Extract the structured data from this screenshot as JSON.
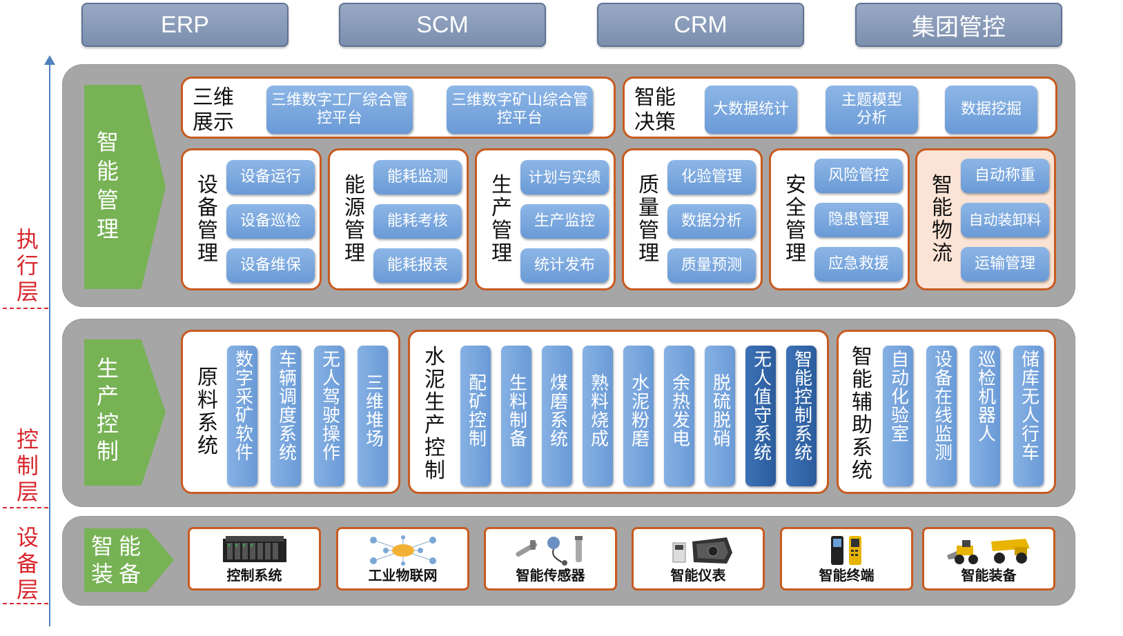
{
  "top_systems": [
    "ERP",
    "SCM",
    "CRM",
    "集团管控"
  ],
  "layers": {
    "execution": "执行层",
    "control": "控制层",
    "equipment": "设备层"
  },
  "management": {
    "title": "智能管理",
    "display": {
      "title": "三维展示",
      "items": [
        "三维数字工厂综合管控平台",
        "三维数字矿山综合管控平台"
      ]
    },
    "decision": {
      "title": "智能决策",
      "items": [
        "大数据统计",
        "主题模型分析",
        "数据挖掘"
      ]
    },
    "modules": [
      {
        "title": "设备管理",
        "items": [
          "设备运行",
          "设备巡检",
          "设备维保"
        ]
      },
      {
        "title": "能源管理",
        "items": [
          "能耗监测",
          "能耗考核",
          "能耗报表"
        ]
      },
      {
        "title": "生产管理",
        "items": [
          "计划与实绩",
          "生产监控",
          "统计发布"
        ]
      },
      {
        "title": "质量管理",
        "items": [
          "化验管理",
          "数据分析",
          "质量预测"
        ]
      },
      {
        "title": "安全管理",
        "items": [
          "风险管控",
          "隐患管理",
          "应急救援"
        ]
      },
      {
        "title": "智能物流",
        "items": [
          "自动称重",
          "自动装卸料",
          "运输管理"
        ]
      }
    ]
  },
  "control": {
    "title": "生产控制",
    "raw": {
      "title": "原料系统",
      "items": [
        "数字采矿软件",
        "车辆调度系统",
        "无人驾驶操作",
        "三维堆场"
      ]
    },
    "cement": {
      "title": "水泥生产控制",
      "items": [
        "配矿控制",
        "生料制备",
        "煤磨系统",
        "熟料烧成",
        "水泥粉磨",
        "余热发电",
        "脱硫脱硝",
        "无人值守系统",
        "智能控制系统"
      ]
    },
    "aux": {
      "title": "智能辅助系统",
      "items": [
        "自动化验室",
        "设备在线监测",
        "巡检机器人",
        "储库无人行车"
      ]
    }
  },
  "equipment": {
    "title": "智能装备",
    "items": [
      "控制系统",
      "工业物联网",
      "智能传感器",
      "智能仪表",
      "智能终端",
      "智能装备"
    ]
  },
  "colors": {
    "accent_orange": "#c85a1e",
    "button_blue": "#6a9ad6",
    "dark_blue": "#2e5f9f",
    "chevron_green": "#77b255",
    "layer_red": "#d8262c"
  }
}
